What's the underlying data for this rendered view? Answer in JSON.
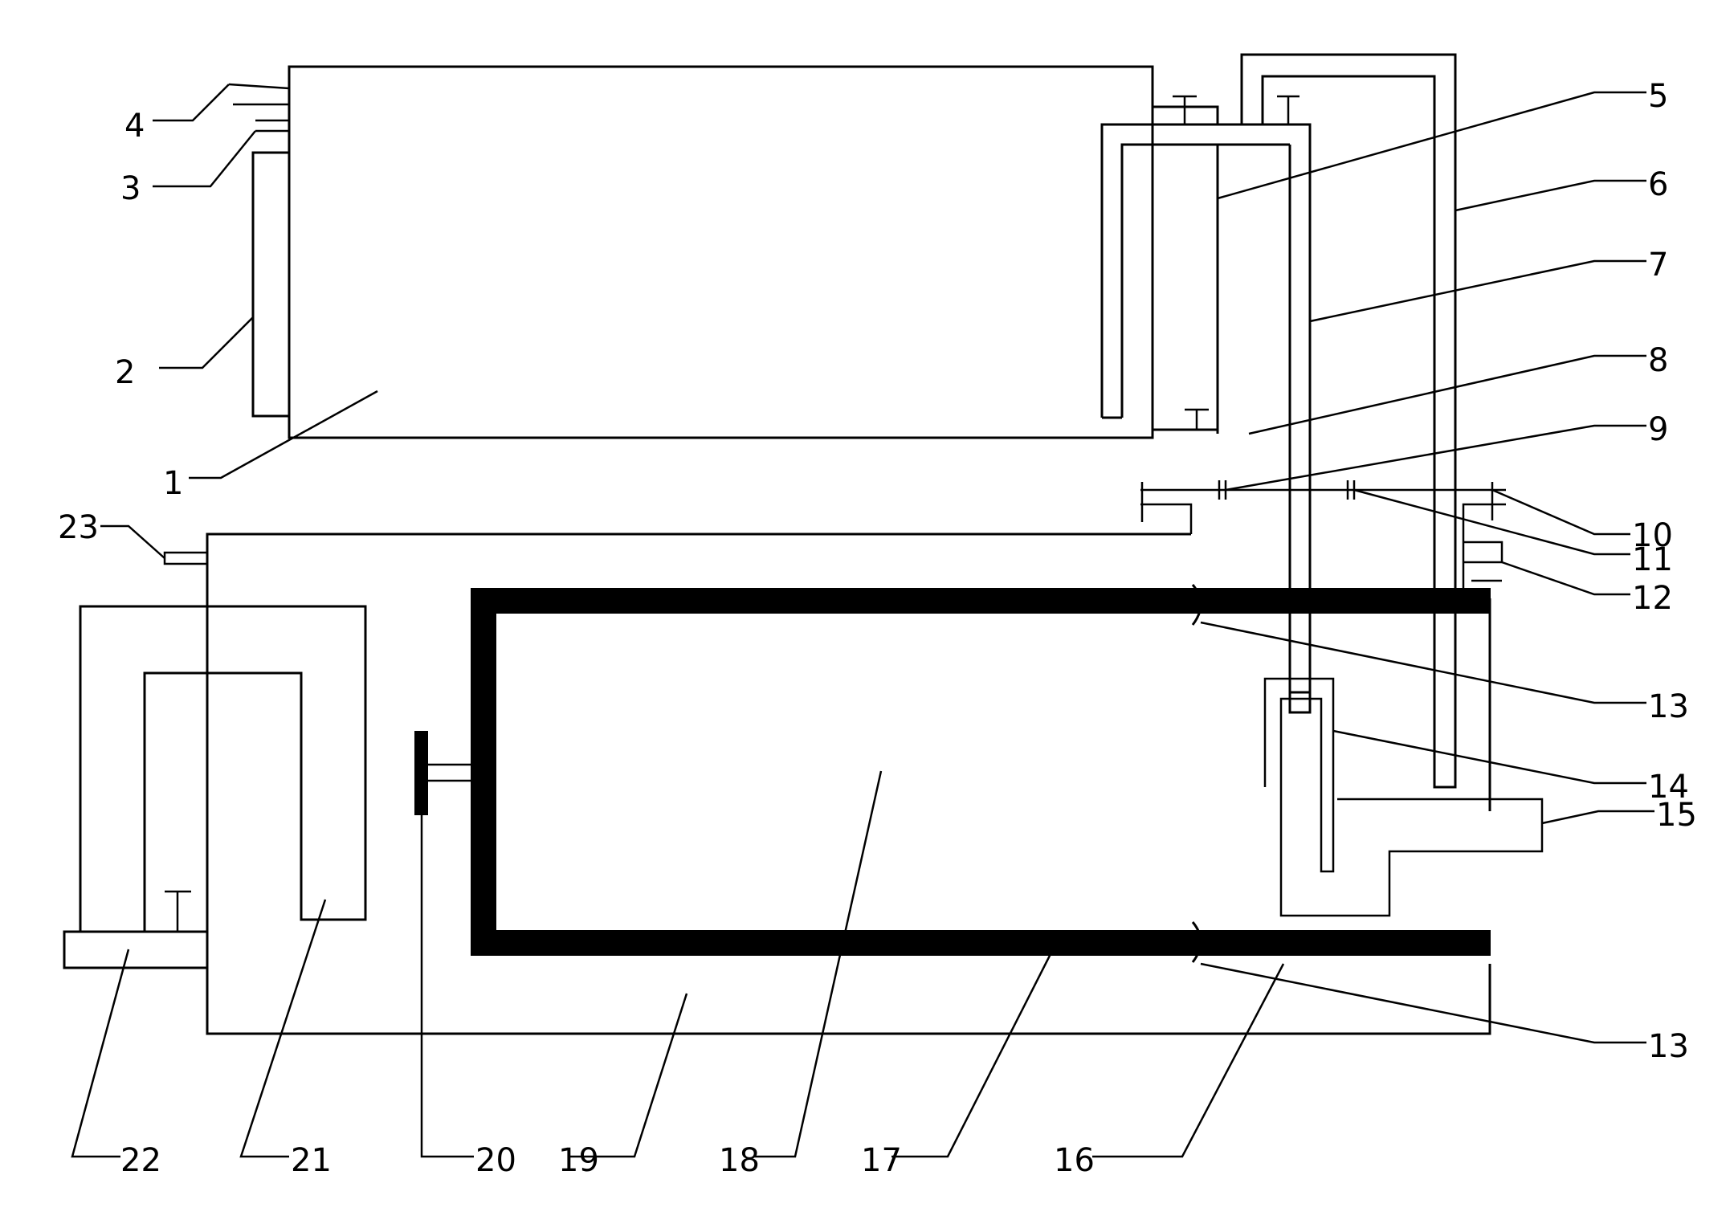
{
  "diagram": {
    "labels": [
      {
        "id": "l1",
        "text": "1"
      },
      {
        "id": "l2",
        "text": "2"
      },
      {
        "id": "l3",
        "text": "3"
      },
      {
        "id": "l4",
        "text": "4"
      },
      {
        "id": "l5",
        "text": "5"
      },
      {
        "id": "l6",
        "text": "6"
      },
      {
        "id": "l7",
        "text": "7"
      },
      {
        "id": "l8",
        "text": "8"
      },
      {
        "id": "l9",
        "text": "9"
      },
      {
        "id": "l10",
        "text": "10"
      },
      {
        "id": "l11",
        "text": "11"
      },
      {
        "id": "l12",
        "text": "12"
      },
      {
        "id": "l13a",
        "text": "13"
      },
      {
        "id": "l13b",
        "text": "13"
      },
      {
        "id": "l14",
        "text": "14"
      },
      {
        "id": "l15",
        "text": "15"
      },
      {
        "id": "l16",
        "text": "16"
      },
      {
        "id": "l17",
        "text": "17"
      },
      {
        "id": "l18",
        "text": "18"
      },
      {
        "id": "l19",
        "text": "19"
      },
      {
        "id": "l20",
        "text": "20"
      },
      {
        "id": "l21",
        "text": "21"
      },
      {
        "id": "l22",
        "text": "22"
      },
      {
        "id": "l23",
        "text": "23"
      }
    ]
  }
}
